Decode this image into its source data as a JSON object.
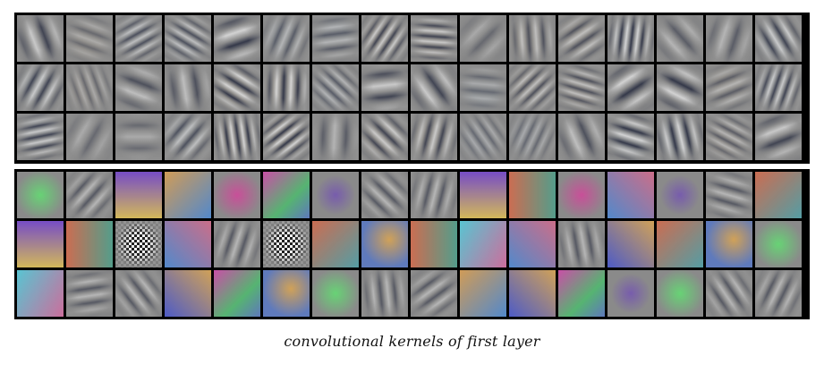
{
  "figure": {
    "caption": "convolutional kernels of first layer"
  },
  "panels": [
    {
      "name": "grayscale-kernels",
      "rows": 3,
      "columns": 16
    },
    {
      "name": "color-kernels",
      "rows": 3,
      "columns": 16
    }
  ]
}
